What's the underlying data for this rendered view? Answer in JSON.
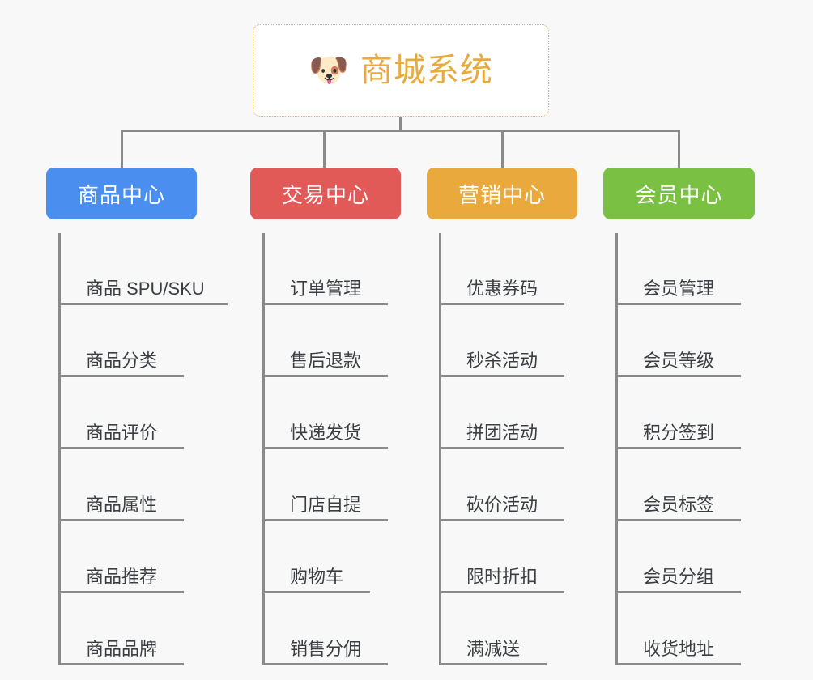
{
  "background_color": "#f8f8f8",
  "root": {
    "icon": "shiba-dog-face-emoji",
    "emoji": "🐶",
    "title": "商城系统",
    "title_color": "#e6ab3c",
    "border_color": "#e9b44c"
  },
  "connector_color": "#8a8a8a",
  "branches": [
    {
      "label": "商品中心",
      "color": "#4a8ef0",
      "items": [
        {
          "label": "商品 SPU/SKU",
          "underline_width": 206
        },
        {
          "label": "商品分类",
          "underline_width": 152
        },
        {
          "label": "商品评价",
          "underline_width": 152
        },
        {
          "label": "商品属性",
          "underline_width": 152
        },
        {
          "label": "商品推荐",
          "underline_width": 152
        },
        {
          "label": "商品品牌",
          "underline_width": 152
        }
      ]
    },
    {
      "label": "交易中心",
      "color": "#e15a58",
      "items": [
        {
          "label": "订单管理",
          "underline_width": 152
        },
        {
          "label": "售后退款",
          "underline_width": 152
        },
        {
          "label": "快递发货",
          "underline_width": 152
        },
        {
          "label": "门店自提",
          "underline_width": 152
        },
        {
          "label": "购物车",
          "underline_width": 130
        },
        {
          "label": "销售分佣",
          "underline_width": 152
        }
      ]
    },
    {
      "label": "营销中心",
      "color": "#e9a93c",
      "items": [
        {
          "label": "优惠券码",
          "underline_width": 152
        },
        {
          "label": "秒杀活动",
          "underline_width": 152
        },
        {
          "label": "拼团活动",
          "underline_width": 152
        },
        {
          "label": "砍价活动",
          "underline_width": 152
        },
        {
          "label": "限时折扣",
          "underline_width": 152
        },
        {
          "label": "满减送",
          "underline_width": 130
        }
      ]
    },
    {
      "label": "会员中心",
      "color": "#7ac143",
      "items": [
        {
          "label": "会员管理",
          "underline_width": 152
        },
        {
          "label": "会员等级",
          "underline_width": 152
        },
        {
          "label": "积分签到",
          "underline_width": 152
        },
        {
          "label": "会员标签",
          "underline_width": 152
        },
        {
          "label": "会员分组",
          "underline_width": 152
        },
        {
          "label": "收货地址",
          "underline_width": 152
        }
      ]
    }
  ]
}
